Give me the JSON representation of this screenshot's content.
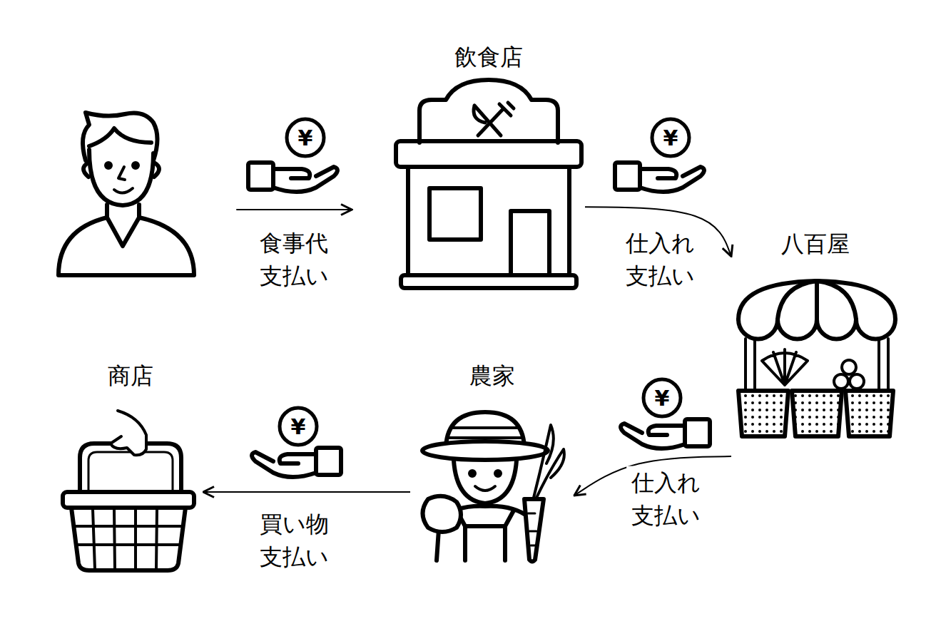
{
  "diagram": {
    "nodes": [
      {
        "text": [
          "飲食店"
        ]
      },
      {
        "text": [
          "八百屋"
        ]
      },
      {
        "text": [
          "農家"
        ]
      },
      {
        "text": [
          "商店"
        ]
      }
    ],
    "edges": [
      {
        "from": 0,
        "to": 1,
        "arrow": "to",
        "label": "仕入れ 支払い"
      },
      {
        "from": 1,
        "to": 2,
        "arrow": "to",
        "label": "仕入れ 支払い"
      },
      {
        "from": 2,
        "to": 3,
        "arrow": "to",
        "label": "買い物 支払い"
      }
    ],
    "labels": [
      "食事代 支払い",
      "¥",
      "¥",
      "¥",
      "¥"
    ]
  }
}
